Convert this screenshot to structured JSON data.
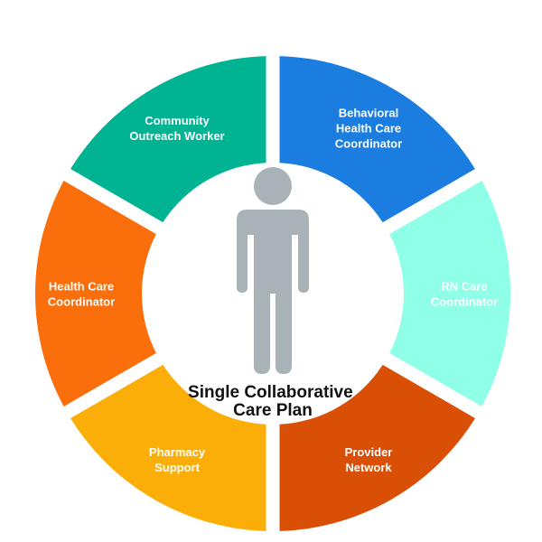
{
  "center": {
    "title_lines": [
      "Single Collaborative",
      "Care Plan"
    ],
    "figure_icon": "person-icon",
    "figure_color": "#a9b2b6"
  },
  "segments": [
    {
      "id": "community-outreach-worker",
      "lines": [
        "Community",
        "Outreach Worker"
      ],
      "color": "#00b392"
    },
    {
      "id": "behavioral-health-care-coordinator",
      "lines": [
        "Behavioral",
        "Health Care",
        "Coordinator"
      ],
      "color": "#1c7de0"
    },
    {
      "id": "rn-care-coordinator",
      "lines": [
        "RN Care",
        "Coordinator"
      ],
      "color": "#8fffe8"
    },
    {
      "id": "provider-network",
      "lines": [
        "Provider",
        "Network"
      ],
      "color": "#d94f06"
    },
    {
      "id": "pharmacy-support",
      "lines": [
        "Pharmacy",
        "Support"
      ],
      "color": "#fcae08"
    },
    {
      "id": "health-care-coordinator",
      "lines": [
        "Health Care",
        "Coordinator"
      ],
      "color": "#fb6e0c"
    }
  ]
}
